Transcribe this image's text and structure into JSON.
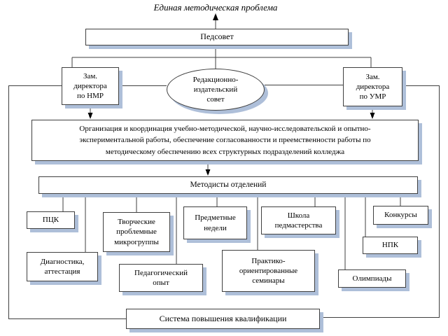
{
  "diagram": {
    "title": "Единая методическая проблема",
    "nodes": {
      "pedsovet": {
        "label": "Педсовет"
      },
      "zam_nmr": {
        "label": "Зам.\nдиректора\nпо НМР"
      },
      "editorial_council": {
        "label": "Редакционно-\nиздательский\nсовет"
      },
      "zam_umr": {
        "label": "Зам.\nдиректора\nпо УМР"
      },
      "coordination": {
        "label": "Организация и координация учебно-методической, научно-исследовательской и опытно-\nэкспериментальной работы, обеспечение согласованности и преемственности работы по\nметодическому обеспечению всех структурных подразделений колледжа"
      },
      "methodists": {
        "label": "Методисты отделений"
      },
      "pck": {
        "label": "ПЦК"
      },
      "creative_groups": {
        "label": "Творческие\nпроблемные\nмикрогруппы"
      },
      "subject_weeks": {
        "label": "Предметные\nнедели"
      },
      "ped_school": {
        "label": "Школа\nпедмастерства"
      },
      "contests": {
        "label": "Конкурсы"
      },
      "diagnostics": {
        "label": "Диагностика,\nаттестация"
      },
      "ped_experience": {
        "label": "Педагогический\nопыт"
      },
      "practice_seminars": {
        "label": "Практико-\nориентированные\nсеминары"
      },
      "npk": {
        "label": "НПК"
      },
      "olympiads": {
        "label": "Олимпиады"
      },
      "qualification_system": {
        "label": "Система повышения квалификации"
      }
    },
    "colors": {
      "background": "#ffffff",
      "box_fill": "#ffffff",
      "box_border": "#3f3f3f",
      "box_shadow": "#aebfd9",
      "line": "#3f3f3f",
      "text": "#000000"
    }
  }
}
